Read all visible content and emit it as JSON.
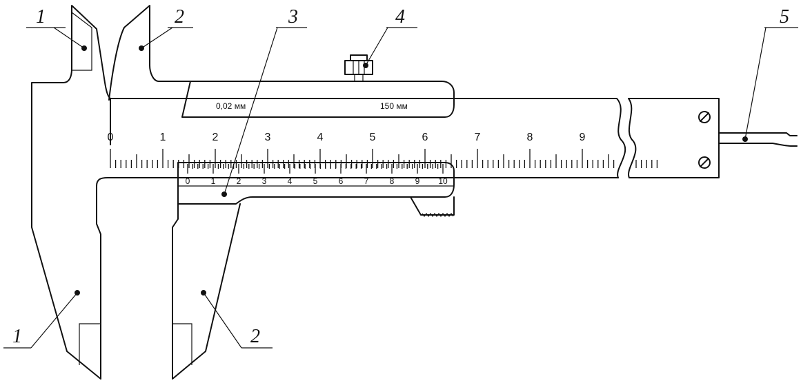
{
  "spec": {
    "resolution": "0,02 мм",
    "range": "150 мм"
  },
  "main_scale": {
    "labels": [
      "0",
      "1",
      "2",
      "3",
      "4",
      "5",
      "6",
      "7",
      "8",
      "9"
    ]
  },
  "vernier_scale": {
    "labels": [
      "0",
      "1",
      "2",
      "3",
      "4",
      "5",
      "6",
      "7",
      "8",
      "9",
      "10"
    ]
  },
  "callouts": {
    "upper_fixed_jaw": "1",
    "upper_moving_jaw": "2",
    "vernier_frame": "3",
    "locking_screw": "4",
    "depth_rod": "5",
    "lower_fixed_jaw": "1",
    "lower_moving_jaw": "2"
  }
}
